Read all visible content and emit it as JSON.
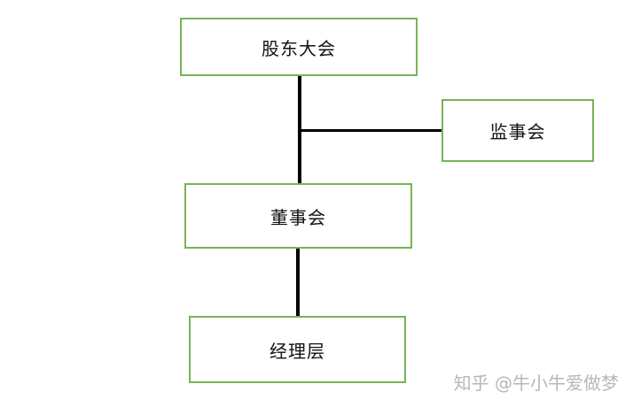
{
  "nodes": {
    "shareholders": "股东大会",
    "supervisors": "监事会",
    "board": "董事会",
    "management": "经理层"
  },
  "colors": {
    "box_border": "#77b356",
    "connector": "#000000",
    "watermark": "#b8b8b8"
  },
  "watermark": "知乎 @牛小牛爱做梦"
}
